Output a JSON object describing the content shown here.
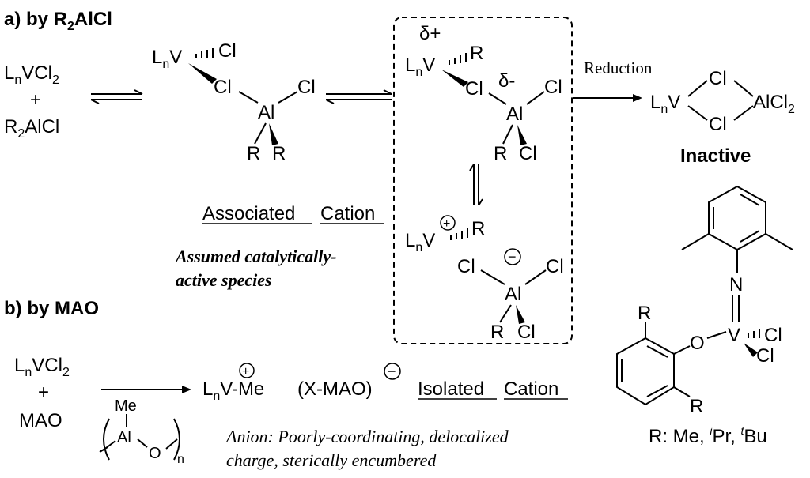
{
  "section_a": {
    "title_pre": "a) by R",
    "title_sub": "2",
    "title_post": "AlCl"
  },
  "section_b": {
    "title": "b) by MAO"
  },
  "reactants_a": {
    "vcl2_l": "L",
    "vcl2_n": "n",
    "vcl2_v": "VCl",
    "vcl2_2": "2",
    "plus": "+",
    "r2_r": "R",
    "r2_2": "2",
    "r2_alcl": "AlCl"
  },
  "complex1": {
    "lnv_l": "L",
    "lnv_n": "n",
    "lnv_v": "V",
    "cl_top": "Cl",
    "cl_bridge": "Cl",
    "al": "Al",
    "cl_right": "Cl",
    "r1": "R",
    "r2": "R"
  },
  "complex2": {
    "delta_plus": "δ+",
    "lnv_l": "L",
    "lnv_n": "n",
    "lnv_v": "V",
    "r_top": "R",
    "cl_bridge": "Cl",
    "delta_minus": "δ-",
    "al": "Al",
    "cl_right": "Cl",
    "r_bottom": "R",
    "cl_bottom": "Cl"
  },
  "complex3": {
    "lnv_l": "L",
    "lnv_n": "n",
    "lnv_v": "V",
    "plus": "+",
    "r": "R",
    "minus": "−",
    "cl_left": "Cl",
    "al": "Al",
    "cl_right": "Cl",
    "r_bottom": "R",
    "cl_bottom": "Cl"
  },
  "reduction": {
    "label": "Reduction"
  },
  "inactive": {
    "lnv_l": "L",
    "lnv_n": "n",
    "lnv_v": "V",
    "cl_top": "Cl",
    "cl_bottom": "Cl",
    "alcl": "AlCl",
    "alcl_2": "2",
    "label": "Inactive"
  },
  "associated": {
    "word1": "Associated",
    "word2": "Cation"
  },
  "assumed": {
    "line1": "Assumed catalytically-",
    "line2": "active species"
  },
  "reactants_b": {
    "vcl2_l": "L",
    "vcl2_n": "n",
    "vcl2_v": "VCl",
    "vcl2_2": "2",
    "plus": "+",
    "mao": "MAO"
  },
  "mao_struct": {
    "me": "Me",
    "al": "Al",
    "o": "O",
    "n": "n"
  },
  "product_b": {
    "lnv_l": "L",
    "lnv_n": "n",
    "lnv_v": "V-Me",
    "plus": "+",
    "xmao": "(X-MAO)",
    "minus": "−"
  },
  "isolated": {
    "word1": "Isolated",
    "word2": "Cation"
  },
  "anion": {
    "line1": "Anion: Poorly-coordinating, delocalized",
    "line2": "charge, sterically encumbered"
  },
  "catalyst": {
    "n": "N",
    "o": "O",
    "v": "V",
    "cl1": "Cl",
    "cl2": "Cl",
    "r_top": "R",
    "r_bottom": "R"
  },
  "r_legend": {
    "prefix": "R: Me, ",
    "i": "i",
    "pr": "Pr, ",
    "t": "t",
    "bu": "Bu"
  }
}
